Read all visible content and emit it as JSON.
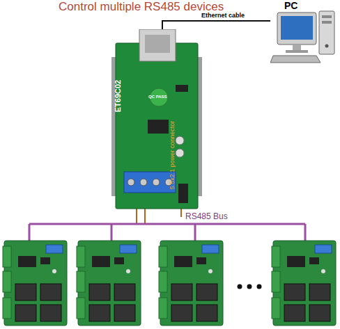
{
  "diagram": {
    "title": "Control multiple RS485 devices",
    "nodes": [
      {
        "text": [
          "PC"
        ]
      },
      {
        "text": [
          "ET69C02"
        ]
      }
    ],
    "edges": [
      {
        "from": 0,
        "to": 1,
        "label": "Ethernet cable",
        "arrow": "none"
      }
    ],
    "labels": [
      "QC PASS",
      "5.5x2.1 power connector",
      "RS485 Bus"
    ]
  }
}
